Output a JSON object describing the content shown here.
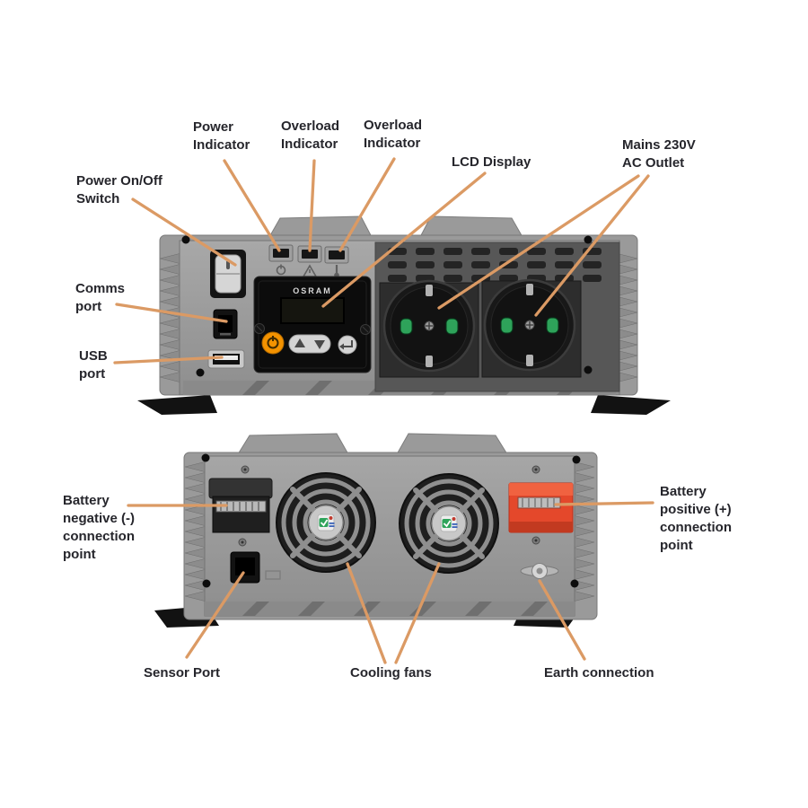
{
  "labels": {
    "power_indicator": [
      "Power",
      "Indicator"
    ],
    "overload_indicator_1": [
      "Overload",
      "Indicator"
    ],
    "overload_indicator_2": [
      "Overload",
      "Indicator"
    ],
    "lcd_display": [
      "LCD Display"
    ],
    "mains_outlet": [
      "Mains 230V",
      "AC Outlet"
    ],
    "power_switch": [
      "Power On/Off",
      "Switch"
    ],
    "comms_port": [
      "Comms",
      "port"
    ],
    "usb_port": [
      "USB",
      "port"
    ],
    "battery_negative": [
      "Battery",
      "negative (-)",
      "connection",
      "point"
    ],
    "battery_positive": [
      "Battery",
      "positive (+)",
      "connection",
      "point"
    ],
    "sensor_port": [
      "Sensor Port"
    ],
    "cooling_fans": [
      "Cooling fans"
    ],
    "earth_connection": [
      "Earth connection"
    ]
  },
  "device_text": {
    "lcd_brand": "OSRAM"
  },
  "colors": {
    "leader_line": "#DB9A64",
    "label_text": "#26262C",
    "chassis_gray": "#9A9A9A",
    "power_button_orange": "#F39200",
    "battery_positive_red": "#E4482B",
    "socket_contact_green": "#2EA35A"
  },
  "icons": {
    "power_indicator_icon": "power-symbol",
    "overload_indicator_icon": "warning-triangle",
    "temperature_indicator_icon": "thermometer",
    "power_button_icon": "power-symbol",
    "up_button_icon": "triangle-up",
    "down_button_icon": "triangle-down",
    "enter_button_icon": "return-arrow",
    "fan_sticker_icon": "check-mark"
  }
}
